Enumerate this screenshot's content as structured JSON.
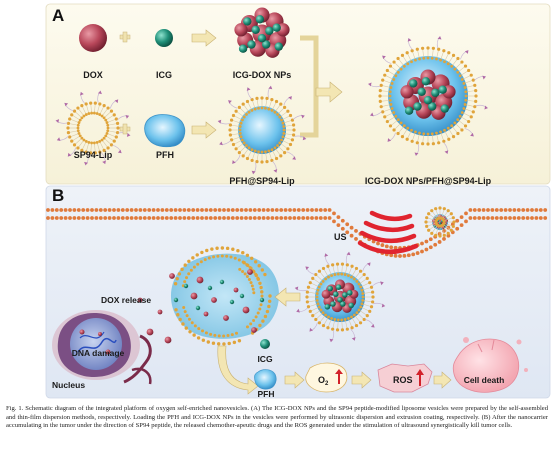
{
  "figure": {
    "panel_a": "A",
    "panel_b": "B",
    "labels": {
      "dox": "DOX",
      "icg": "ICG",
      "icg_dox_nps": "ICG-DOX NPs",
      "sp94_lip": "SP94-Lip",
      "pfh": "PFH",
      "pfh_at_sp94_lip": "PFH@SP94-Lip",
      "final_vesicle": "ICG-DOX NPs/PFH@SP94-Lip",
      "us": "US",
      "dox_release": "DOX release",
      "dna_damage": "DNA damage",
      "nucleus": "Nucleus",
      "icg_b": "ICG",
      "pfh_b": "PFH",
      "o2": "O",
      "o2_sub": "2",
      "ros": "ROS",
      "cell_death": "Cell death"
    },
    "colors": {
      "dox": "#b8475a",
      "icg": "#1f8f78",
      "lipid_head": "#e0a43a",
      "pfh": "#5ab8e6",
      "peptide": "#b06aa6",
      "panel_a_bg": "#fbf8e8",
      "panel_b_bg": "#e9eef7"
    }
  },
  "caption": {
    "fig_no": "Fig. 1.",
    "text": "Schematic diagram of the integrated platform of oxygen self-enriched nanovesicles. (A) The ICG-DOX NPs and the SP94 peptide-modified liposome vesicles were prepared by the self-assembled and thin-film dispersion methods, respectively. Loading the PFH and ICG-DOX NPs in the vesicles were performed by ultrasonic dispersion and extrusion coating, respectively. (B) After the nanocarrier accumulating in the tumor under the direction of SP94 peptide, the released chemother-apeutic drugs and the ROS generated under the stimulation of ultrasound synergistically kill tumor cells."
  }
}
